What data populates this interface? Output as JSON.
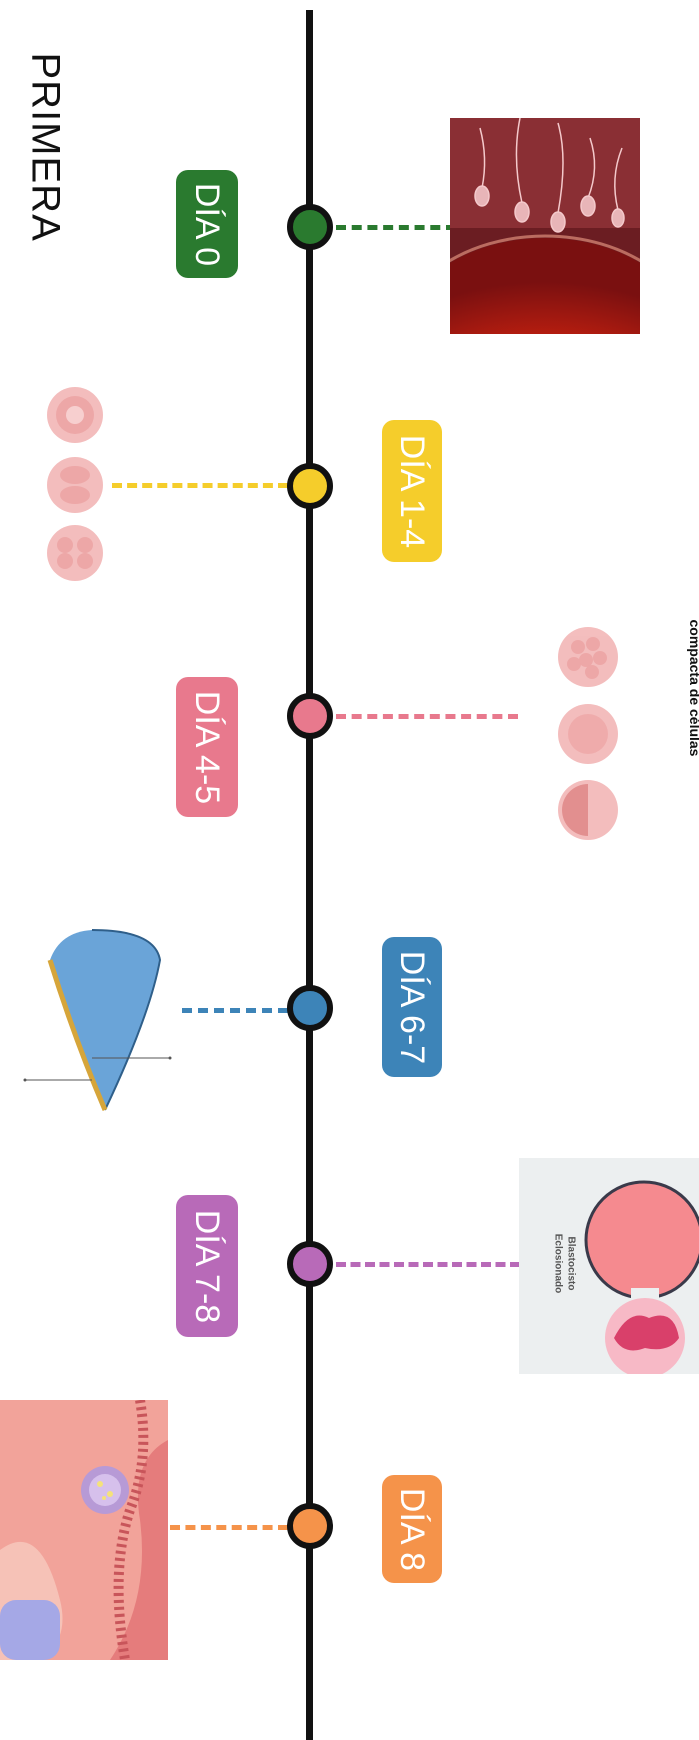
{
  "title": "PRIMERA",
  "stages": [
    {
      "id": "dia-0",
      "label": "DÍA 0",
      "color": "#2a7a2f"
    },
    {
      "id": "dia-1-4",
      "label": "DÍA 1-4",
      "color": "#f5cd2b"
    },
    {
      "id": "dia-4-5",
      "label": "DÍA 4-5",
      "color": "#e8798d"
    },
    {
      "id": "dia-6-7",
      "label": "DÍA 6-7",
      "color": "#3d84b8"
    },
    {
      "id": "dia-7-8",
      "label": "DÍA 7-8",
      "color": "#b86ab8"
    },
    {
      "id": "dia-8",
      "label": "DÍA 8",
      "color": "#f5934a"
    }
  ],
  "notes": {
    "compacta": "compacta de células",
    "blastocisto_line1": "Blastocisto",
    "blastocisto_line2": "Eclosionado"
  }
}
